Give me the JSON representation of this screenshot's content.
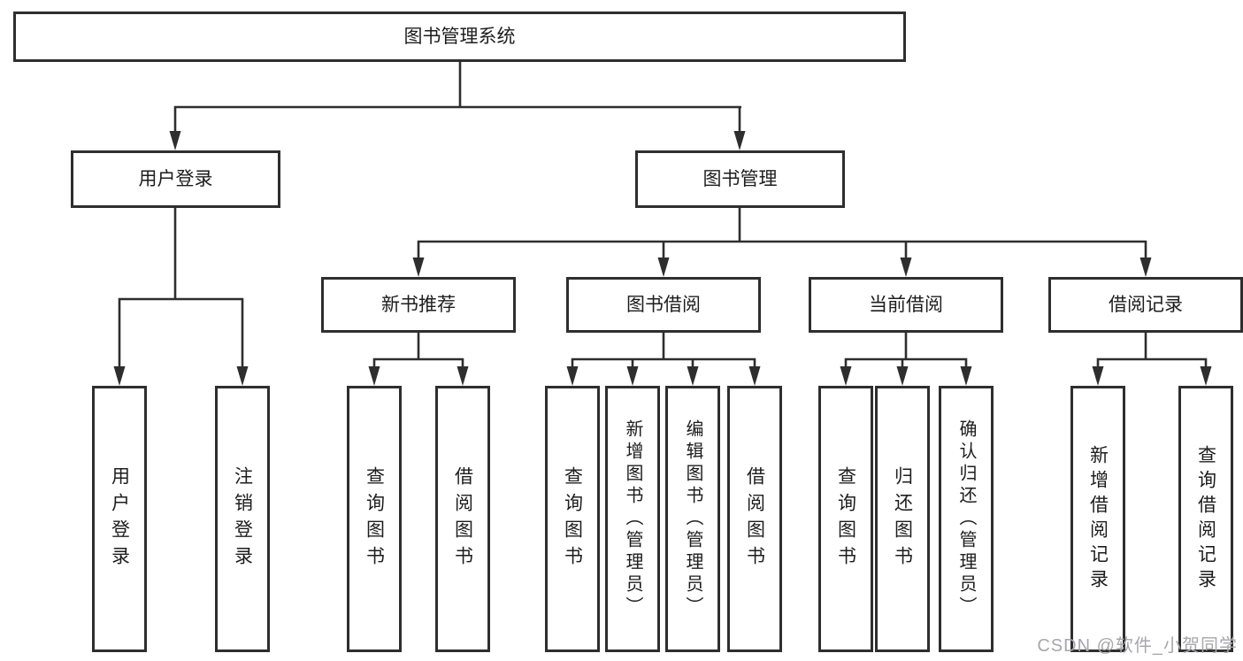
{
  "diagram": {
    "root": {
      "label": "图书管理系统"
    },
    "level2": [
      {
        "label": "用户登录"
      },
      {
        "label": "图书管理"
      }
    ],
    "level3": [
      {
        "label": "新书推荐"
      },
      {
        "label": "图书借阅"
      },
      {
        "label": "当前借阅"
      },
      {
        "label": "借阅记录"
      }
    ],
    "leaves": [
      {
        "label": "用户登录"
      },
      {
        "label": "注销登录"
      },
      {
        "label": "查询图书"
      },
      {
        "label": "借阅图书"
      },
      {
        "label": "查询图书"
      },
      {
        "label": "新增图书（管理员）"
      },
      {
        "label": "编辑图书（管理员）"
      },
      {
        "label": "借阅图书"
      },
      {
        "label": "查询图书"
      },
      {
        "label": "归还图书"
      },
      {
        "label": "确认归还（管理员）"
      },
      {
        "label": "新增借阅记录"
      },
      {
        "label": "查询借阅记录"
      }
    ]
  },
  "watermark": "CSDN @软件_小贺同学",
  "colors": {
    "line": "#2e2e2e",
    "box_border": "#2e2e2e",
    "text": "#1d1d1d",
    "watermark": "#a7a7ab",
    "background": "#ffffff"
  }
}
